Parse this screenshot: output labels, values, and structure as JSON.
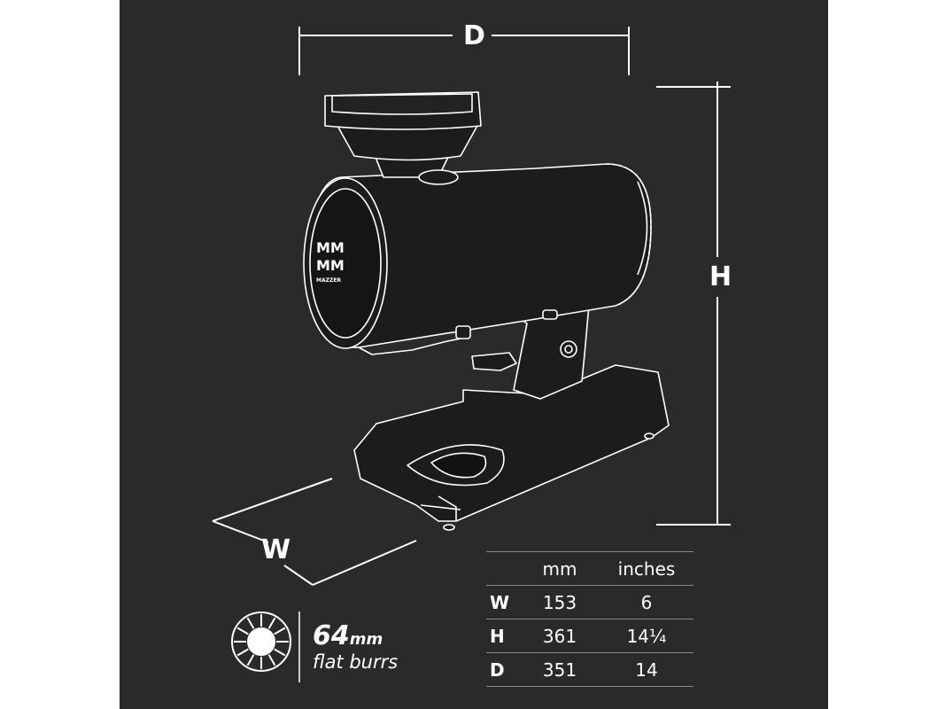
{
  "dimension_labels": {
    "depth": "D",
    "height": "H",
    "width": "W"
  },
  "burr": {
    "size": "64",
    "unit": "mm",
    "description": "flat burrs"
  },
  "table": {
    "columns": [
      "mm",
      "inches"
    ],
    "rows": [
      {
        "label": "W",
        "mm": "153",
        "inches": "6"
      },
      {
        "label": "H",
        "mm": "361",
        "inches": "14¼"
      },
      {
        "label": "D",
        "mm": "351",
        "inches": "14"
      }
    ]
  },
  "logo_text": "MAZZER",
  "colors": {
    "background": "#2b2a29",
    "line": "#ffffff",
    "body": "#1b1b1b"
  }
}
